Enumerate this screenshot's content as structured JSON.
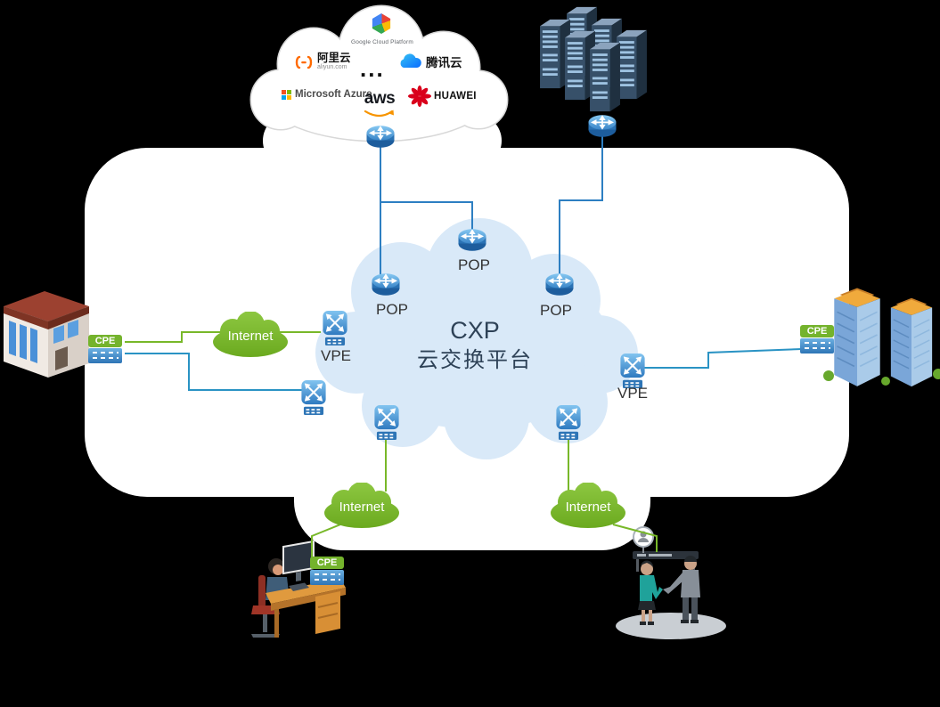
{
  "colors": {
    "background": "#000000",
    "canvas": "#ffffff",
    "line_blue": "#2d7fc2",
    "line_teal": "#2a93c4",
    "internet_green": "#78b829",
    "node_blue": "#3a86c8",
    "cxp_cloud_fill": "#d9e9f8",
    "cpe_badge_green": "#74b32c",
    "label_text": "#333333",
    "cxp_text": "#2e4257"
  },
  "cxp_cloud": {
    "title": "CXP",
    "subtitle": "云交换平台"
  },
  "pops": [
    {
      "label": "POP"
    },
    {
      "label": "POP"
    },
    {
      "label": "POP"
    }
  ],
  "vpes": [
    {
      "label": "VPE"
    },
    {
      "label": "VPE"
    }
  ],
  "cpes": [
    {
      "label": "CPE"
    },
    {
      "label": "CPE"
    },
    {
      "label": "CPE"
    }
  ],
  "internet_clouds": [
    {
      "label": "Internet"
    },
    {
      "label": "Internet"
    },
    {
      "label": "Internet"
    }
  ],
  "providers": {
    "google": {
      "label": "Google Cloud Platform"
    },
    "alibaba": {
      "label": "阿里云",
      "sublabel": "aliyun.com"
    },
    "separator": "...",
    "tencent": {
      "label": "腾讯云"
    },
    "azure": {
      "label": "Microsoft Azure"
    },
    "aws": {
      "label": "aws"
    },
    "huawei": {
      "label": "HUAWEI"
    }
  }
}
